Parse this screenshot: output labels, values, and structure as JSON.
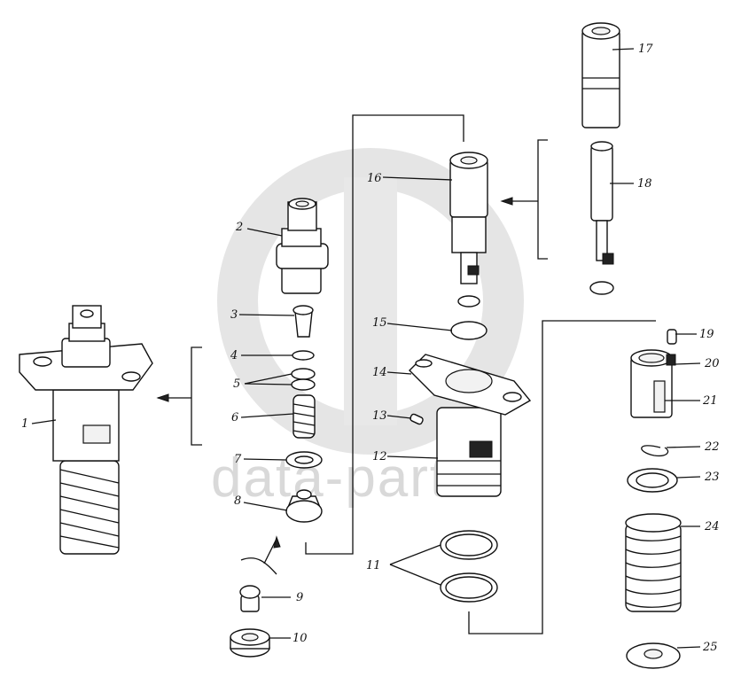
{
  "watermark": {
    "text": "data-parts"
  },
  "callouts": [
    "1",
    "2",
    "3",
    "4",
    "5",
    "6",
    "7",
    "8",
    "9",
    "10",
    "11",
    "12",
    "13",
    "14",
    "15",
    "16",
    "17",
    "18",
    "19",
    "20",
    "21",
    "22",
    "23",
    "24",
    "25"
  ]
}
